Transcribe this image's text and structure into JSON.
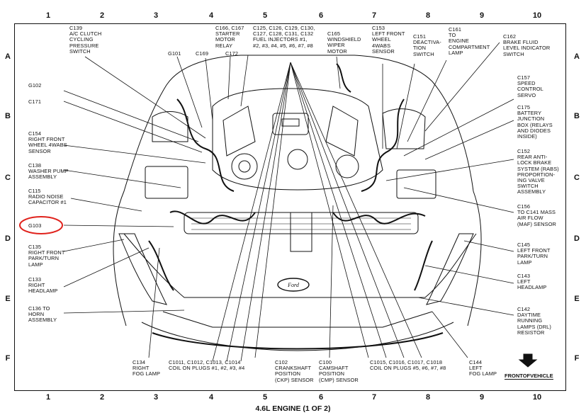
{
  "grid": {
    "columns": [
      "1",
      "2",
      "3",
      "4",
      "5",
      "6",
      "7",
      "8",
      "9",
      "10"
    ],
    "rows": [
      "A",
      "B",
      "C",
      "D",
      "E",
      "F"
    ]
  },
  "title": "4.6L ENGINE (1 OF 2)",
  "front_label": "FRONTOFVEHICLE",
  "labels": {
    "c139": "C139\nA/C CLUTCH\nCYCLING\nPRESSURE\nSWITCH",
    "c166": "C166, C167\nSTARTER\nMOTOR\nRELAY",
    "c125": "C125, C126, C129, C130,\nC127, C128, C131, C132\nFUEL INJECTORS #1,\n#2, #3, #4, #5, #6, #7, #8",
    "c165": "C165\nWINDSHIELD\nWIPER\nMOTOR",
    "c153": "C153\nLEFT FRONT\nWHEEL\n4WABS\nSENSOR",
    "c151": "C151\nDEACTIVA-\nTION\nSWITCH",
    "c161": "C161\nTO\nENGINE\nCOMPARTMENT\nLAMP",
    "c162": "C162\nBRAKE FLUID\nLEVEL INDICATOR\nSWITCH",
    "g101": "G101",
    "c169": "C169",
    "c172": "C172",
    "g102": "G102",
    "c171": "C171",
    "c154": "C154\nRIGHT FRONT\nWHEEL 4WABS\nSENSOR",
    "c138": "C138\nWASHER PUMP\nASSEMBLY",
    "c115": "C115\nRADIO NOISE\nCAPACITOR #1",
    "g103": "G103",
    "c135": "C135\nRIGHT FRONT\nPARK/TURN\nLAMP",
    "c133": "C133\nRIGHT\nHEADLAMP",
    "c136": "C136 TO\nHORN\nASSEMBLY",
    "c157": "C157\nSPEED\nCONTROL\nSERVO",
    "c175": "C175\nBATTERY\nJUNCTION\nBOX (RELAYS\nAND DIODES\nINSIDE)",
    "c152": "C152\nREAR ANTI-\nLOCK BRAKE\nSYSTEM (RABS)\nPROPORTION-\nING VALVE\nSWITCH\nASSEMBLY",
    "c156": "C156\nTO C141 MASS\nAIR FLOW\n(MAF) SENSOR",
    "c145": "C145\nLEFT FRONT\nPARK/TURN\nLAMP",
    "c143": "C143\nLEFT\nHEADLAMP",
    "c142": "C142\nDAYTIME\nRUNNING\nLAMPS (DRL)\nRESISTOR",
    "c134": "C134\nRIGHT\nFOG LAMP",
    "c1011": "C1011, C1012, C1013, C1014\nCOIL ON PLUGS #1, #2, #3, #4",
    "c102": "C102\nCRANKSHAFT\nPOSITION\n(CKP) SENSOR",
    "c100": "C100\nCAMSHAFT\nPOSITION\n(CMP) SENSOR",
    "c1015": "C1015, C1016, C1017, C1018\nCOIL ON PLUGS #5, #6, #7, #8",
    "c144": "C144\nLEFT\nFOG LAMP"
  },
  "colors": {
    "ink": "#111111",
    "highlight": "#e0221c"
  }
}
